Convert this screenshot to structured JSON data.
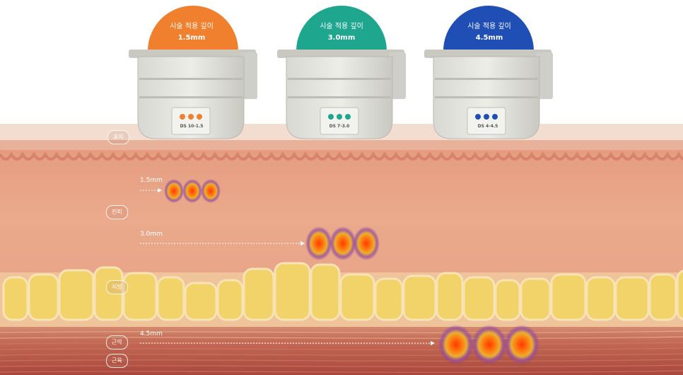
{
  "colors": {
    "orange": "#F07F2E",
    "teal": "#1FA68F",
    "blue": "#1F4FB4",
    "skin_top": "#F3E0D5",
    "dermis": "#E9A488",
    "fat": "#F1D36A",
    "muscle": "#B8584A"
  },
  "cartridges": [
    {
      "header": "시술 적용 깊이",
      "depth": "1.5mm",
      "code": "DS 10-1.5",
      "color": "#F07F2E"
    },
    {
      "header": "시술 적용 깊이",
      "depth": "3.0mm",
      "code": "DS 7-3.0",
      "color": "#1FA68F"
    },
    {
      "header": "시술 적용 깊이",
      "depth": "4.5mm",
      "code": "DS 4-4.5",
      "color": "#1F4FB4"
    }
  ],
  "layers": {
    "epidermis": "표피",
    "dermis": "진피",
    "fat": "지방",
    "smas": "근막",
    "muscle": "근육"
  },
  "depth_markers": [
    "1.5mm",
    "3.0mm",
    "4.5mm"
  ]
}
